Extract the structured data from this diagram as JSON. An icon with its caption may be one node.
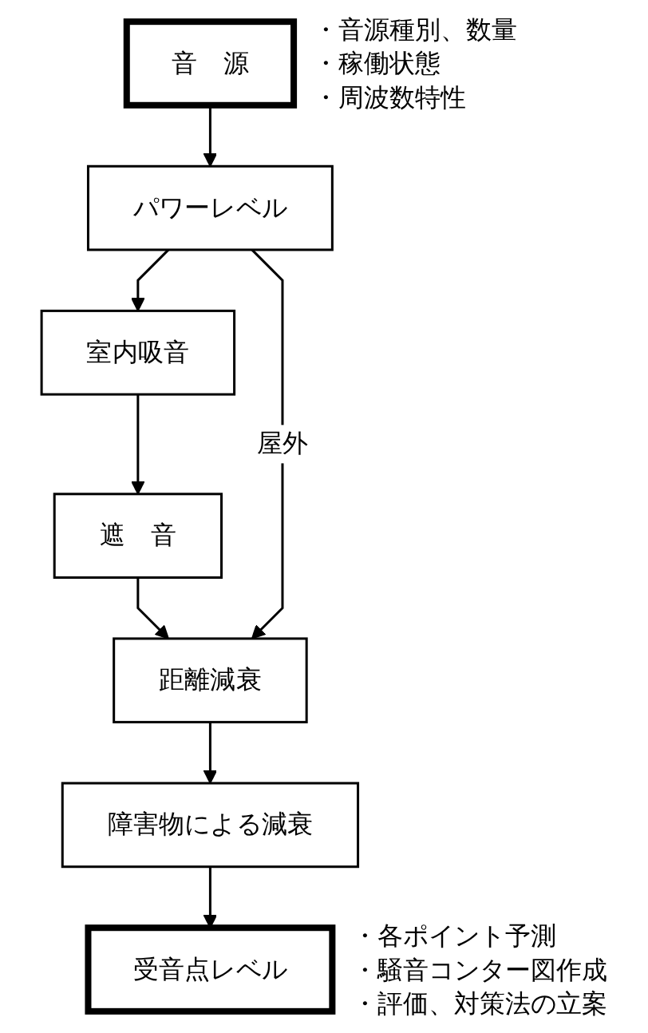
{
  "diagram": {
    "nodes": [
      {
        "text": [
          "音　源"
        ],
        "beside": [
          "・音源種別、数量",
          "・稼働状態",
          "・周波数特性"
        ]
      },
      {
        "text": [
          "パワーレベル"
        ]
      },
      {
        "text": [
          "室内吸音"
        ]
      },
      {
        "text": [
          "遮　音"
        ]
      },
      {
        "text": [
          "距離減衰"
        ]
      },
      {
        "text": [
          "障害物による減衰"
        ]
      },
      {
        "text": [
          "受音点レベル"
        ],
        "beside": [
          "・各ポイント予測",
          "・騒音コンター図作成",
          "・評価、対策法の立案"
        ]
      }
    ],
    "edges": [
      {
        "from": 0,
        "to": 1,
        "arrow": "to"
      },
      {
        "from": 1,
        "to": 2,
        "arrow": "to"
      },
      {
        "from": 2,
        "to": 3,
        "arrow": "to"
      },
      {
        "from": 3,
        "to": 4,
        "arrow": "to"
      },
      {
        "from": 4,
        "to": 5,
        "arrow": "to"
      },
      {
        "from": 5,
        "to": 6,
        "arrow": "to"
      },
      {
        "from": 1,
        "to": 4,
        "arrow": "to",
        "label": "屋外"
      }
    ]
  }
}
